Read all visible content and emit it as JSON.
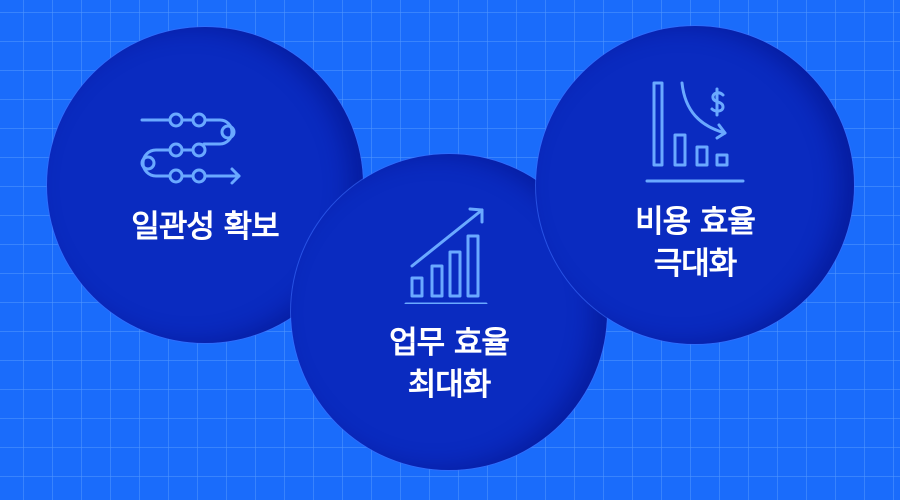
{
  "cards": [
    {
      "title": "일관성 확보",
      "icon": "process-flow-icon"
    },
    {
      "title_line1": "업무 효율",
      "title_line2": "최대화",
      "icon": "growth-chart-icon"
    },
    {
      "title_line1": "비용 효율",
      "title_line2": "극대화",
      "icon": "cost-reduction-icon"
    }
  ],
  "colors": {
    "background": "#1a6cfb",
    "circle": "#0a2bc0",
    "icon": "#6aa9ff",
    "text": "#ffffff"
  }
}
